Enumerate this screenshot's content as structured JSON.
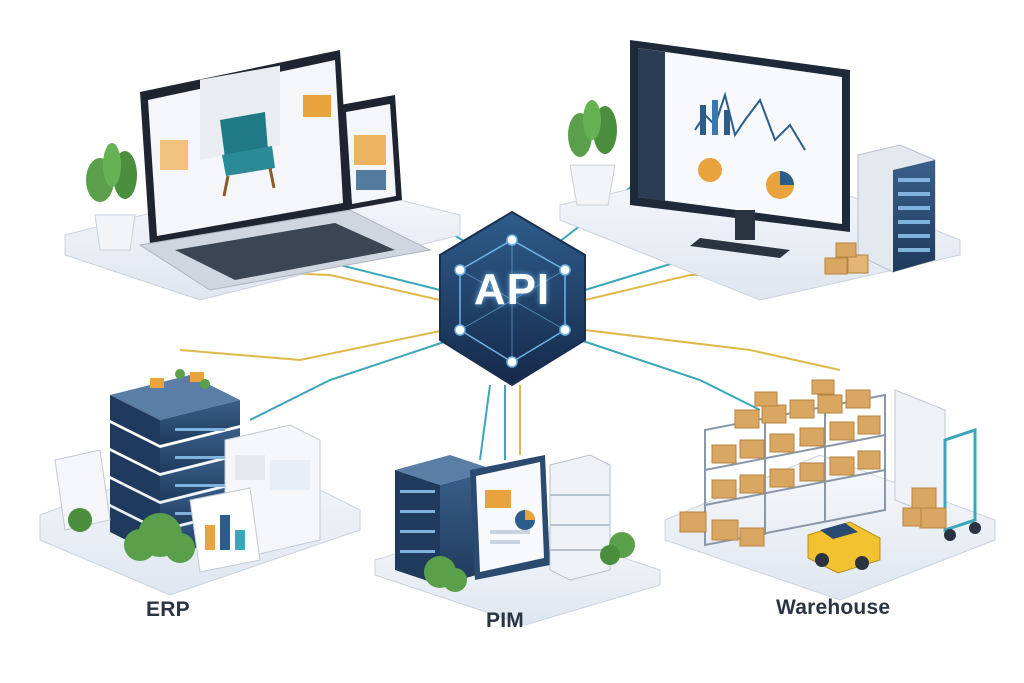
{
  "hub": {
    "label": "API"
  },
  "nodes": {
    "erp": {
      "label": "ERP"
    },
    "pim": {
      "label": "PIM"
    },
    "warehouse": {
      "label": "Warehouse"
    }
  },
  "colors": {
    "hub_dark": "#1d3557",
    "hub_mid": "#2c5282",
    "teal_line": "#3aa6b9",
    "gold_line": "#e0b84a",
    "server_blue": "#2b4a6f",
    "box_tan": "#d9a762",
    "platform": "#eef2f7",
    "plant_green": "#5aa04a"
  }
}
